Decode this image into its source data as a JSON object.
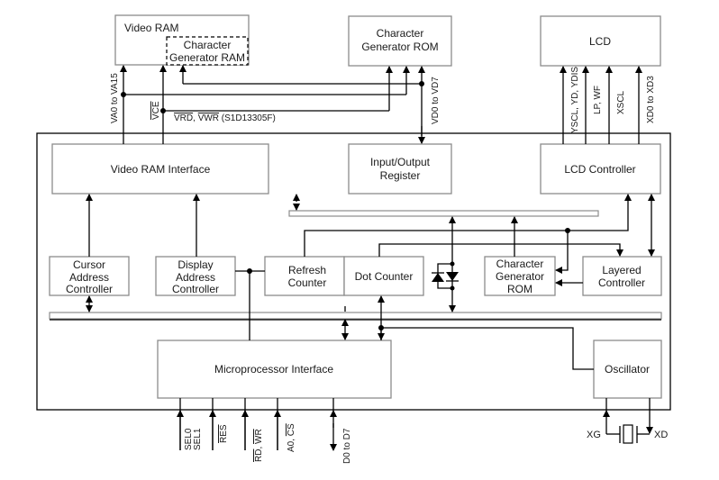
{
  "external_blocks": {
    "video_ram": "Video RAM",
    "cg_ram": [
      "Character",
      "Generator RAM"
    ],
    "cg_rom_ext": [
      "Character",
      "Generator ROM"
    ],
    "lcd": "LCD"
  },
  "internal_blocks": {
    "vram_interface": "Video RAM Interface",
    "io_register": [
      "Input/Output",
      "Register"
    ],
    "lcd_controller": "LCD Controller",
    "cursor_addr": [
      "Cursor",
      "Address",
      "Controller"
    ],
    "display_addr": [
      "Display",
      "Address",
      "Controller"
    ],
    "refresh_counter": [
      "Refresh",
      "Counter"
    ],
    "dot_counter": "Dot Counter",
    "cg_rom_int": [
      "Character",
      "Generator",
      "ROM"
    ],
    "layered_controller": [
      "Layered",
      "Controller"
    ],
    "mpu_interface": "Microprocessor Interface",
    "oscillator": "Oscillator"
  },
  "signals": {
    "va": "VA0 to VA15",
    "vce": "VCE",
    "vrd_vwr": [
      "VRD",
      ", ",
      "VWR",
      " (S1D13305F)"
    ],
    "vd": "VD0 to VD7",
    "yscl": "YSCL, YD, YDIS",
    "lp_wf": "LP, WF",
    "xscl": "XSCL",
    "xd": "XD0 to XD3",
    "sel0": "SEL0",
    "sel1": "SEL1",
    "res": "RES",
    "rd_wr": [
      "RD",
      ", ",
      "WR"
    ],
    "a0_cs": [
      "A0, ",
      "CS"
    ],
    "d0_d7": "D0 to D7",
    "xg": "XG",
    "xd_osc": "XD"
  }
}
